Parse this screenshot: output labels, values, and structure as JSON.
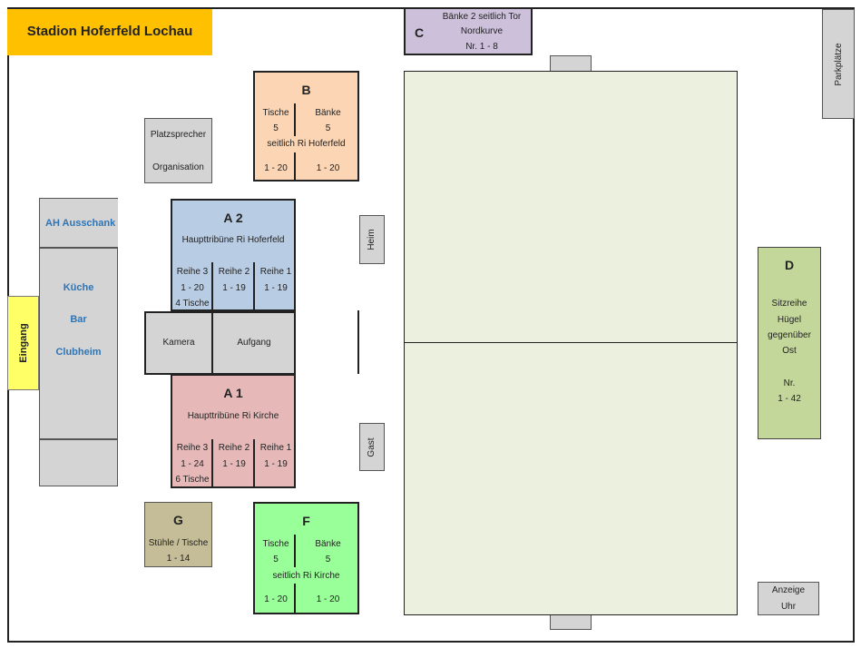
{
  "title": "Stadion Hoferfeld Lochau",
  "colors": {
    "title_bg": "#ffc000",
    "block_a2": "#b8cce4",
    "block_a1": "#e6b9b8",
    "block_b": "#fcd5b4",
    "block_c": "#ccc0da",
    "block_d": "#c4d79b",
    "block_f": "#99ff99",
    "block_g": "#c4bd97",
    "field": "#ebf1de",
    "entrance": "#ffff66",
    "building": "#d4d4d4",
    "clubhouse_text": "#2e75b6"
  },
  "blocks": {
    "c": {
      "letter": "C",
      "line1": "Bänke 2  seitlich Tor",
      "line2": "Nordkurve",
      "line3": "Nr. 1 - 8"
    },
    "b": {
      "letter": "B",
      "left_label": "Tische",
      "left_count": "5",
      "right_label": "Bänke",
      "right_count": "5",
      "desc": "seitlich Ri Hoferfeld",
      "left_range": "1 - 20",
      "right_range": "1 - 20"
    },
    "a2": {
      "letter": "A 2",
      "desc": "Haupttribüne Ri Hoferfeld",
      "rows": [
        {
          "label": "Reihe 3",
          "range": "1 - 20"
        },
        {
          "label": "Reihe 2",
          "range": "1 - 19"
        },
        {
          "label": "Reihe 1",
          "range": "1 - 19"
        }
      ],
      "tables": "4 Tische"
    },
    "a1": {
      "letter": "A 1",
      "desc": "Haupttribüne Ri Kirche",
      "rows": [
        {
          "label": "Reihe 3",
          "range": "1 - 24"
        },
        {
          "label": "Reihe 2",
          "range": "1 - 19"
        },
        {
          "label": "Reihe 1",
          "range": "1 - 19"
        }
      ],
      "tables": "6 Tische"
    },
    "f": {
      "letter": "F",
      "left_label": "Tische",
      "left_count": "5",
      "right_label": "Bänke",
      "right_count": "5",
      "desc": "seitlich Ri Kirche",
      "left_range": "1 - 20",
      "right_range": "1 - 20"
    },
    "g": {
      "letter": "G",
      "desc": "Stühle / Tische",
      "range": "1 - 14"
    },
    "d": {
      "letter": "D",
      "lines": [
        "Sitzreihe",
        "Hügel",
        "gegenüber",
        "Ost"
      ],
      "nr_label": "Nr.",
      "range": "1 - 42"
    }
  },
  "facilities": {
    "platzsprecher": "Platzsprecher",
    "organisation": "Organisation",
    "ah_ausschank": "AH Ausschank",
    "kueche": "Küche",
    "bar": "Bar",
    "clubheim": "Clubheim",
    "eingang": "Eingang",
    "kamera": "Kamera",
    "aufgang": "Aufgang",
    "heim": "Heim",
    "gast": "Gast",
    "parkplaetze": "Parkplätze",
    "anzeige": "Anzeige",
    "uhr": "Uhr"
  }
}
